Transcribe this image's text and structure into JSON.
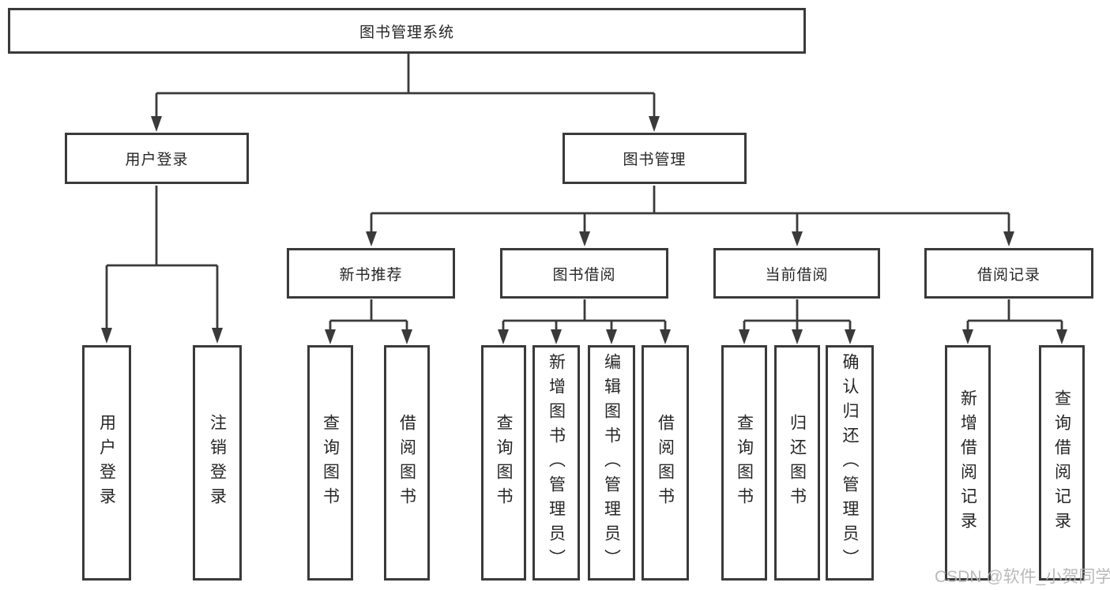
{
  "diagram": {
    "root": {
      "label": "图书管理系统"
    },
    "branches": [
      {
        "label": "用户登录",
        "children": [
          {
            "label": "用户登录"
          },
          {
            "label": "注销登录"
          }
        ]
      },
      {
        "label": "图书管理",
        "children": [
          {
            "label": "新书推荐",
            "children": [
              {
                "label": "查询图书"
              },
              {
                "label": "借阅图书"
              }
            ]
          },
          {
            "label": "图书借阅",
            "children": [
              {
                "label": "查询图书"
              },
              {
                "label": "新增图书（管理员）"
              },
              {
                "label": "编辑图书（管理员）"
              },
              {
                "label": "借阅图书"
              }
            ]
          },
          {
            "label": "当前借阅",
            "children": [
              {
                "label": "查询图书"
              },
              {
                "label": "归还图书"
              },
              {
                "label": "确认归还（管理员）"
              }
            ]
          },
          {
            "label": "借阅记录",
            "children": [
              {
                "label": "新增借阅记录"
              },
              {
                "label": "查询借阅记录"
              }
            ]
          }
        ]
      }
    ],
    "watermark": "CSDN @软件_小贺同学",
    "colors": {
      "line": "#3a3a3a",
      "box_border": "#3a3a3a",
      "text": "#262626",
      "watermark": "#b4b4b4",
      "background": "#ffffff"
    }
  }
}
